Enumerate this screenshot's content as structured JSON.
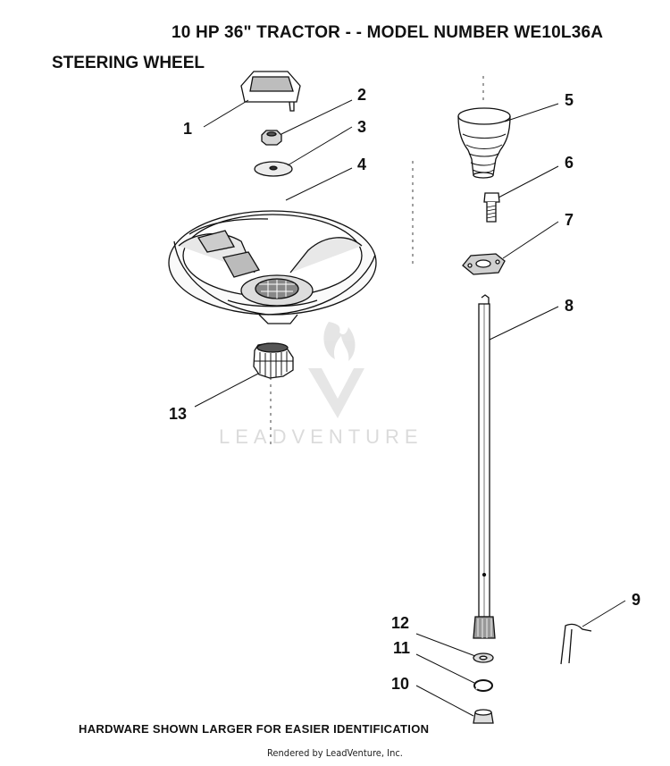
{
  "header": {
    "title": "10 HP 36\" TRACTOR - - MODEL NUMBER WE10L36A",
    "section": "STEERING WHEEL"
  },
  "callouts": {
    "c1": "1",
    "c2": "2",
    "c3": "3",
    "c4": "4",
    "c5": "5",
    "c6": "6",
    "c7": "7",
    "c8": "8",
    "c9": "9",
    "c10": "10",
    "c11": "11",
    "c12": "12",
    "c13": "13"
  },
  "watermark": {
    "text": "LEADVENTURE"
  },
  "footer": {
    "note": "HARDWARE SHOWN LARGER FOR EASIER IDENTIFICATION",
    "rendered_by": "Rendered by LeadVenture, Inc."
  },
  "colors": {
    "ink": "#111111",
    "watermark": "#d8d8d8"
  }
}
